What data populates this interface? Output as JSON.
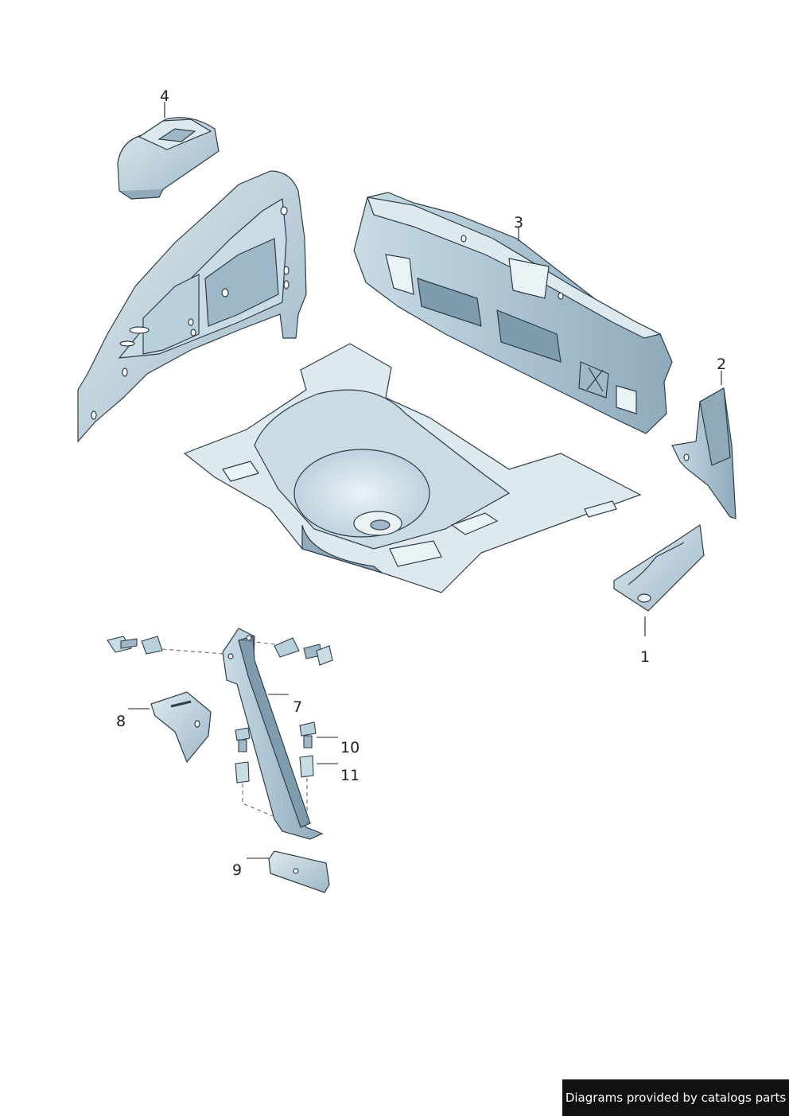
{
  "callouts": [
    {
      "id": "1",
      "text": "1"
    },
    {
      "id": "2",
      "text": "2"
    },
    {
      "id": "3",
      "text": "3"
    },
    {
      "id": "4",
      "text": "4"
    },
    {
      "id": "7",
      "text": "7"
    },
    {
      "id": "8",
      "text": "8"
    },
    {
      "id": "9",
      "text": "9"
    },
    {
      "id": "10",
      "text": "10"
    },
    {
      "id": "11",
      "text": "11"
    }
  ],
  "credit": "Diagrams provided by catalogs parts",
  "colors": {
    "part_fill": "#b8cfdc",
    "part_light": "#dde9ef",
    "part_dark": "#7f9cae",
    "outline": "#2e3d47",
    "label": "#222222",
    "credit_bg": "#111111"
  }
}
